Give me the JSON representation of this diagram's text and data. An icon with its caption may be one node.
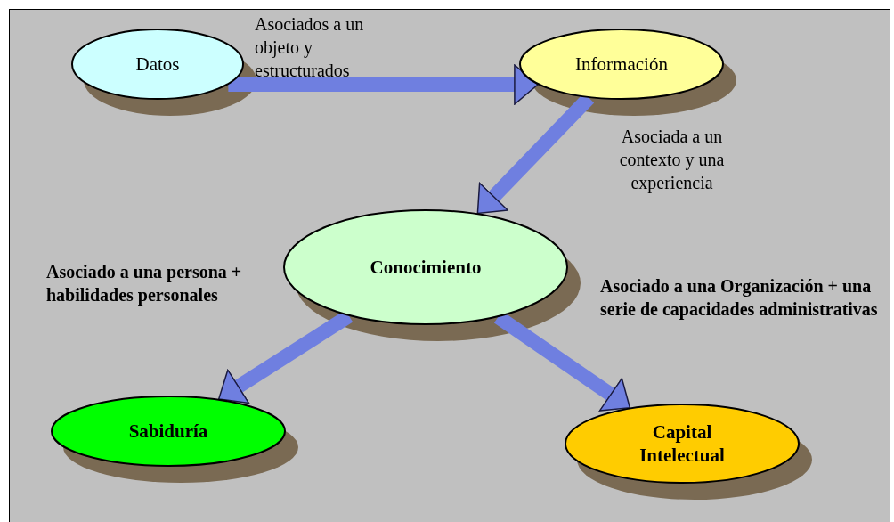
{
  "diagram": {
    "nodes": [
      {
        "text": [
          "Datos"
        ]
      },
      {
        "text": [
          "Información"
        ]
      },
      {
        "text": [
          "Conocimiento"
        ]
      },
      {
        "text": [
          "Sabiduría"
        ]
      },
      {
        "text": [
          "Capital Intelectual"
        ]
      }
    ],
    "edges": [
      {
        "from": 0,
        "to": 1,
        "arrow": "to",
        "label": "Asociados a un objeto y estructurados"
      },
      {
        "from": 1,
        "to": 2,
        "arrow": "to",
        "label": "Asociada a un contexto y una experiencia"
      },
      {
        "from": 2,
        "to": 3,
        "arrow": "to",
        "label": "Asociado a una persona + habilidades personales"
      },
      {
        "from": 2,
        "to": 4,
        "arrow": "to",
        "label": "Asociado a una Organización + una serie de capacidades administrativas"
      }
    ]
  }
}
